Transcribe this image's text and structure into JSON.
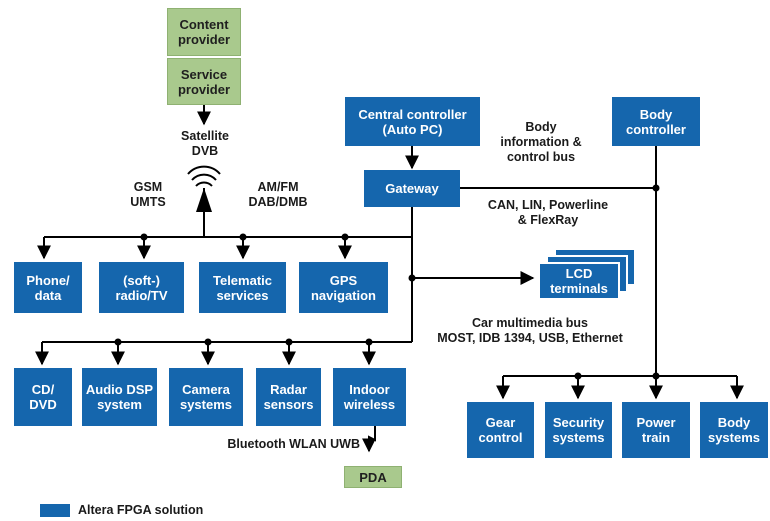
{
  "colors": {
    "fpga_blue": "#1566ad",
    "external_green": "#a9c98d",
    "line": "#000000"
  },
  "boxes": {
    "content_provider": "Content\nprovider",
    "service_provider": "Service\nprovider",
    "central_controller": "Central controller\n(Auto PC)",
    "gateway": "Gateway",
    "body_controller": "Body\ncontroller",
    "phone_data": "Phone/\ndata",
    "soft_radio_tv": "(soft-)\nradio/TV",
    "telematic": "Telematic\nservices",
    "gps": "GPS\nnavigation",
    "lcd": "LCD\nterminals",
    "cd_dvd": "CD/\nDVD",
    "audio_dsp": "Audio DSP\nsystem",
    "camera": "Camera\nsystems",
    "radar": "Radar\nsensors",
    "indoor_wireless": "Indoor\nwireless",
    "pda": "PDA",
    "gear_control": "Gear\ncontrol",
    "security": "Security\nsystems",
    "power_train": "Power\ntrain",
    "body_systems": "Body\nsystems"
  },
  "labels": {
    "satellite": "Satellite\nDVB",
    "gsm": "GSM\nUMTS",
    "amfm": "AM/FM\nDAB/DMB",
    "body_bus": "Body\ninformation &\ncontrol bus",
    "can_bus": "CAN, LIN, Powerline\n& FlexRay",
    "multimedia_bus": "Car multimedia bus\nMOST, IDB 1394, USB, Ethernet",
    "wireless_protocols": "Bluetooth WLAN UWB"
  },
  "legend": {
    "label": "Altera FPGA solution"
  }
}
